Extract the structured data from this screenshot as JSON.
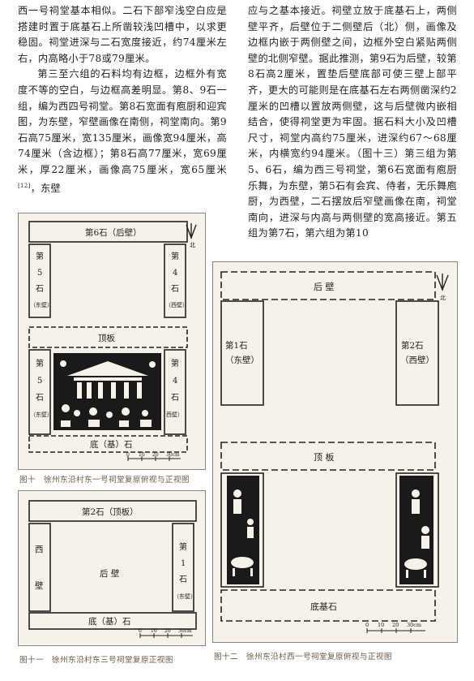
{
  "left_column": {
    "para1": "西一号祠堂基本相似。二石下部窄浅空白应是搭建时置于底基石上所凿较浅凹槽中，以求更稳固。祠堂进深与二石宽度接近，约74厘米左右，内高略小于78或79厘米。",
    "para2": "第三至六组的石料均有边框，边框外有宽度不等的空白，与边框高差明显。第8、9石一组，编为西四号祠堂。第8石宽面有庖厨和迎宾图，为东壁，窄壁画像在南侧，祠堂南向。第9石高75厘米，宽135厘米，画像宽94厘米，高74厘米（含边框）；第8石高77厘米，宽69厘米，厚22厘米，画像高75厘米，宽65厘米",
    "para2_ref": "[12]",
    "para2_tail": "，东壁"
  },
  "right_column": {
    "para1": "应与之基本接近。祠壁立放于底基石上，两侧壁平齐，后壁位于二侧壁后（北）侧，画像及边框内嵌于两侧壁之间，边框外空白紧贴两侧壁的北侧窄壁。据此推测，第9石为后壁，较第8石高2厘米，置垫后壁底部可使三壁上部平齐，更大的可能则是在底基石左右两侧凿深约2厘米的凹槽以置放两侧壁，这与后壁微内嵌相结合，使得祠堂更为牢固。据石料大小及凹槽尺寸，祠堂内高约75厘米，进深约67～68厘米，内横宽约94厘米。（图十三）第三组为第5、6石，编为西三号祠堂，第6石宽面有庖厨乐舞，为东壁，第5石有会宾、侍者，无乐舞庖厨，为西壁，二石摆放后窄壁画像在南，祠堂南向，进深与内高与两侧壁的宽高接近。第五组为第7石，第六组为第10"
  },
  "figure10": {
    "caption_num": "图十",
    "caption_text": "徐州东沿村东一号祠堂复原俯视与正视图",
    "top_stone": "第6石（后壁）",
    "left_top": [
      "第",
      "5",
      "石",
      "（东壁）"
    ],
    "right_top": [
      "第",
      "4",
      "石",
      "（西壁）"
    ],
    "roof": "顶板",
    "left_front": [
      "第",
      "5",
      "石",
      "（东壁）"
    ],
    "right_front": [
      "第",
      "4",
      "石",
      "西壁）"
    ],
    "base": "底（基）石",
    "scale": [
      "0",
      "10",
      "20",
      "30cm"
    ],
    "north": "北"
  },
  "figure11": {
    "caption_num": "图十一",
    "caption_text": "徐州东沿村东三号祠堂复原正视图",
    "roof": "第2石（顶板）",
    "west": [
      "西",
      "壁"
    ],
    "back": "后 壁",
    "east": [
      "第",
      "1",
      "石",
      "（东壁）"
    ],
    "base": "底（基）石",
    "scale": [
      "0",
      "10",
      "20",
      "30cm"
    ]
  },
  "figure12": {
    "caption_num": "图十二",
    "caption_text": "徐州东沿村西一号祠堂复原俯视与正视图",
    "back": "后 壁",
    "left": [
      "第1石",
      "（东壁）"
    ],
    "right": [
      "第2石",
      "（西壁）"
    ],
    "roof": "顶 板",
    "base": "底基石",
    "scale": [
      "0",
      "10",
      "20",
      "30cm"
    ],
    "north": "北"
  }
}
